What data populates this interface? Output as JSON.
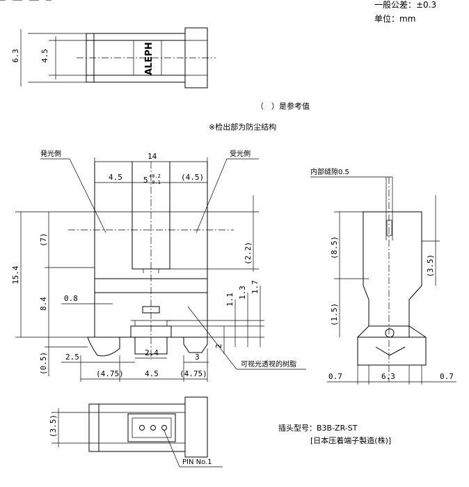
{
  "notes": {
    "tolerance": "一般公差：±0.3",
    "unit": "单位：mm",
    "ref_value": "（　）是参考值",
    "dust": "※检出部为防尘结构"
  },
  "labels": {
    "emitter": "発光側",
    "receiver": "受光側",
    "gap": "内部缝隙0.5",
    "resin": "可视光透视的树脂",
    "pin": "PIN No.1",
    "brand": "ALEPH",
    "connector1": "插头型号：B3B-ZR-ST",
    "connector2": "[日本压着端子製造(株)]"
  },
  "dims": {
    "top_63": "6.3",
    "top_45": "4.5",
    "w14": "14",
    "d45a": "4.5",
    "d5": "5",
    "tol_plus": "+0.2",
    "tol_minus": "-0.1",
    "d45b": "(4.5)",
    "h154": "15.4",
    "h7": "(7)",
    "h84": "8.4",
    "h05": "(0.5)",
    "d08": "0.8",
    "d25": "2.5",
    "d24": "2.4",
    "d3": "3",
    "d475a": "(4.75)",
    "d45c": "4.5",
    "d475b": "(4.75)",
    "h22": "(2.2)",
    "h11": "1.1",
    "h13": "1.3",
    "h17": "1.7",
    "h2": "2",
    "s85": "(8.5)",
    "s35": "(3.5)",
    "s15": "(1.5)",
    "s07a": "0.7",
    "s63": "6.3",
    "s07b": "0.7",
    "b35": "(3.5)"
  }
}
